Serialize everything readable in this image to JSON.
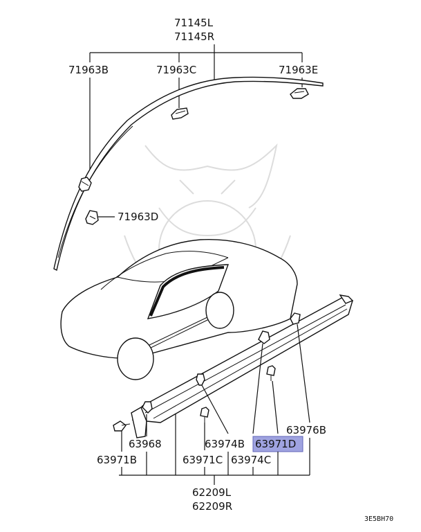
{
  "labels": {
    "top_group": [
      "71145L",
      "71145R"
    ],
    "clip_b": "71963B",
    "clip_c": "71963C",
    "clip_e": "71963E",
    "clip_d": "71963D",
    "p63976b": "63976B",
    "p63968": "63968",
    "p63974b": "63974B",
    "p63971d": "63971D",
    "p63971b": "63971B",
    "p63971c": "63971C",
    "p63974c": "63974C",
    "bottom_group": [
      "62209L",
      "62209R"
    ],
    "diagram_code": "3E5BH70"
  },
  "highlight_color": "#9fa3e0"
}
